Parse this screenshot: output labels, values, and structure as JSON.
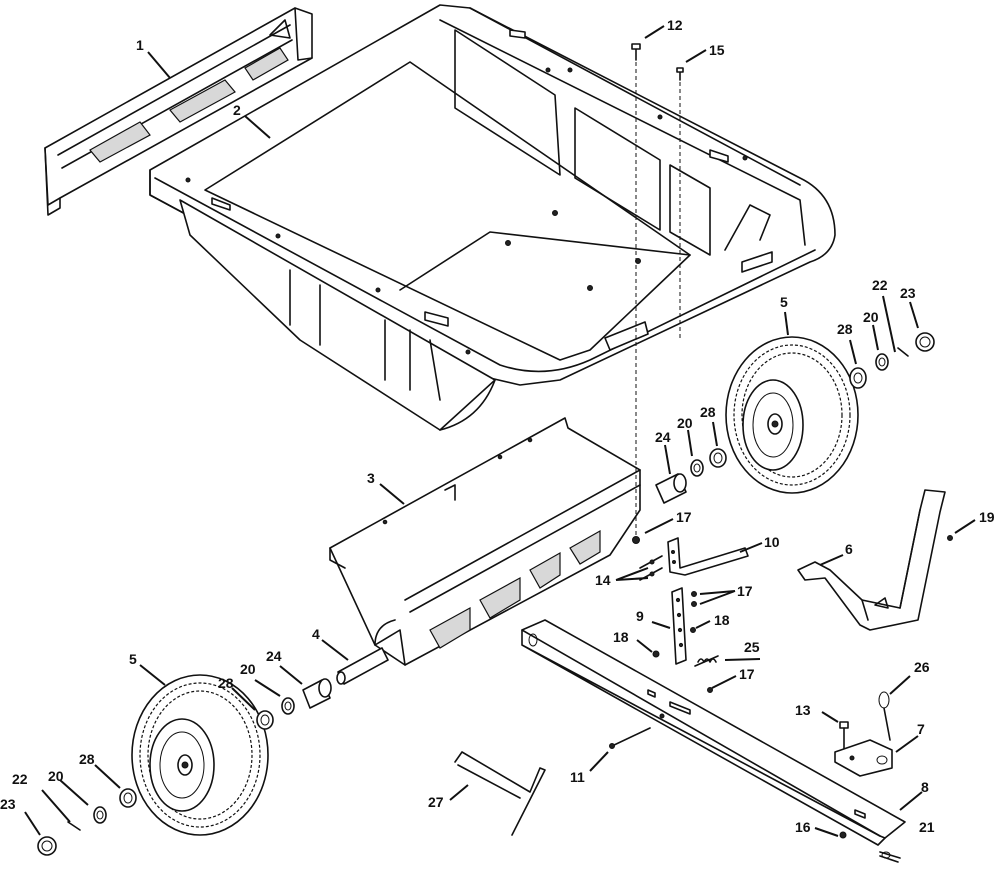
{
  "diagram": {
    "callouts": [
      {
        "id": "c-1",
        "label": "1"
      },
      {
        "id": "c-2",
        "label": "2"
      },
      {
        "id": "c-3",
        "label": "3"
      },
      {
        "id": "c-4",
        "label": "4"
      },
      {
        "id": "c-5a",
        "label": "5"
      },
      {
        "id": "c-5b",
        "label": "5"
      },
      {
        "id": "c-6",
        "label": "6"
      },
      {
        "id": "c-7",
        "label": "7"
      },
      {
        "id": "c-8",
        "label": "8"
      },
      {
        "id": "c-9",
        "label": "9"
      },
      {
        "id": "c-10",
        "label": "10"
      },
      {
        "id": "c-11",
        "label": "11"
      },
      {
        "id": "c-12",
        "label": "12"
      },
      {
        "id": "c-13",
        "label": "13"
      },
      {
        "id": "c-14",
        "label": "14"
      },
      {
        "id": "c-15",
        "label": "15"
      },
      {
        "id": "c-16",
        "label": "16"
      },
      {
        "id": "c-17a",
        "label": "17"
      },
      {
        "id": "c-17b",
        "label": "17"
      },
      {
        "id": "c-17c",
        "label": "17"
      },
      {
        "id": "c-18a",
        "label": "18"
      },
      {
        "id": "c-18b",
        "label": "18"
      },
      {
        "id": "c-19",
        "label": "19"
      },
      {
        "id": "c-20a",
        "label": "20"
      },
      {
        "id": "c-20b",
        "label": "20"
      },
      {
        "id": "c-20c",
        "label": "20"
      },
      {
        "id": "c-20d",
        "label": "20"
      },
      {
        "id": "c-21",
        "label": "21"
      },
      {
        "id": "c-22a",
        "label": "22"
      },
      {
        "id": "c-22b",
        "label": "22"
      },
      {
        "id": "c-23a",
        "label": "23"
      },
      {
        "id": "c-23b",
        "label": "23"
      },
      {
        "id": "c-24a",
        "label": "24"
      },
      {
        "id": "c-24b",
        "label": "24"
      },
      {
        "id": "c-25",
        "label": "25"
      },
      {
        "id": "c-26",
        "label": "26"
      },
      {
        "id": "c-27",
        "label": "27"
      },
      {
        "id": "c-28a",
        "label": "28"
      },
      {
        "id": "c-28b",
        "label": "28"
      },
      {
        "id": "c-28c",
        "label": "28"
      },
      {
        "id": "c-28d",
        "label": "28"
      }
    ]
  }
}
